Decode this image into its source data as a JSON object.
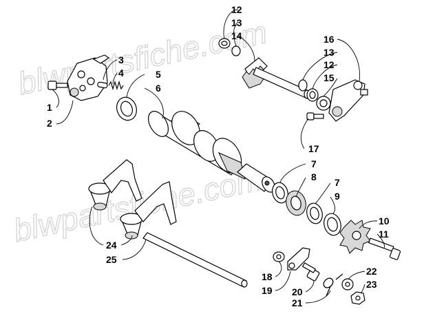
{
  "diagram": {
    "watermark": "blwpartsfiche.com",
    "callouts": [
      {
        "id": "12",
        "label": "12"
      },
      {
        "id": "13",
        "label": "13"
      },
      {
        "id": "14",
        "label": "14"
      },
      {
        "id": "16",
        "label": "16"
      },
      {
        "id": "13b",
        "label": "13"
      },
      {
        "id": "12b",
        "label": "12"
      },
      {
        "id": "15",
        "label": "15"
      },
      {
        "id": "3",
        "label": "3"
      },
      {
        "id": "4",
        "label": "4"
      },
      {
        "id": "5",
        "label": "5"
      },
      {
        "id": "6",
        "label": "6"
      },
      {
        "id": "1",
        "label": "1"
      },
      {
        "id": "2",
        "label": "2"
      },
      {
        "id": "17",
        "label": "17"
      },
      {
        "id": "7",
        "label": "7"
      },
      {
        "id": "8",
        "label": "8"
      },
      {
        "id": "7b",
        "label": "7"
      },
      {
        "id": "9",
        "label": "9"
      },
      {
        "id": "10",
        "label": "10"
      },
      {
        "id": "11",
        "label": "11"
      },
      {
        "id": "24",
        "label": "24"
      },
      {
        "id": "25",
        "label": "25"
      },
      {
        "id": "18",
        "label": "18"
      },
      {
        "id": "19",
        "label": "19"
      },
      {
        "id": "20",
        "label": "20"
      },
      {
        "id": "21",
        "label": "21"
      },
      {
        "id": "22",
        "label": "22"
      },
      {
        "id": "23",
        "label": "23"
      }
    ]
  }
}
